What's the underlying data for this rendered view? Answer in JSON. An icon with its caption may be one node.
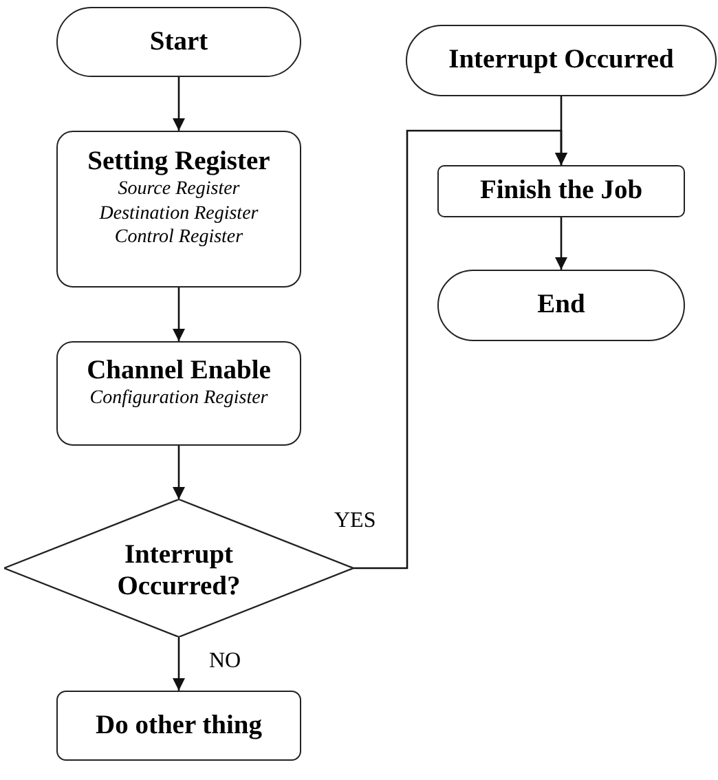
{
  "diagram": {
    "nodes": [
      {
        "text": [
          "Start"
        ]
      },
      {
        "text": [
          "Setting Register",
          "Source Register",
          "Destination Register",
          "Control Register"
        ]
      },
      {
        "text": [
          "Channel Enable",
          "Configuration Register"
        ]
      },
      {
        "text": [
          "Interrupt Occurred?"
        ]
      },
      {
        "text": [
          "Do other thing"
        ]
      },
      {
        "text": [
          "Interrupt Occurred"
        ]
      },
      {
        "text": [
          "Finish the Job"
        ]
      },
      {
        "text": [
          "End"
        ]
      }
    ],
    "edges": [
      {
        "from": 0,
        "to": 1,
        "arrow": "to"
      },
      {
        "from": 1,
        "to": 2,
        "arrow": "to"
      },
      {
        "from": 2,
        "to": 3,
        "arrow": "to"
      },
      {
        "from": 3,
        "to": 4,
        "arrow": "to",
        "label": "NO"
      },
      {
        "from": 3,
        "to": 6,
        "arrow": "to",
        "label": "YES"
      },
      {
        "from": 5,
        "to": 6,
        "arrow": "to"
      },
      {
        "from": 6,
        "to": 7,
        "arrow": "to"
      }
    ]
  }
}
